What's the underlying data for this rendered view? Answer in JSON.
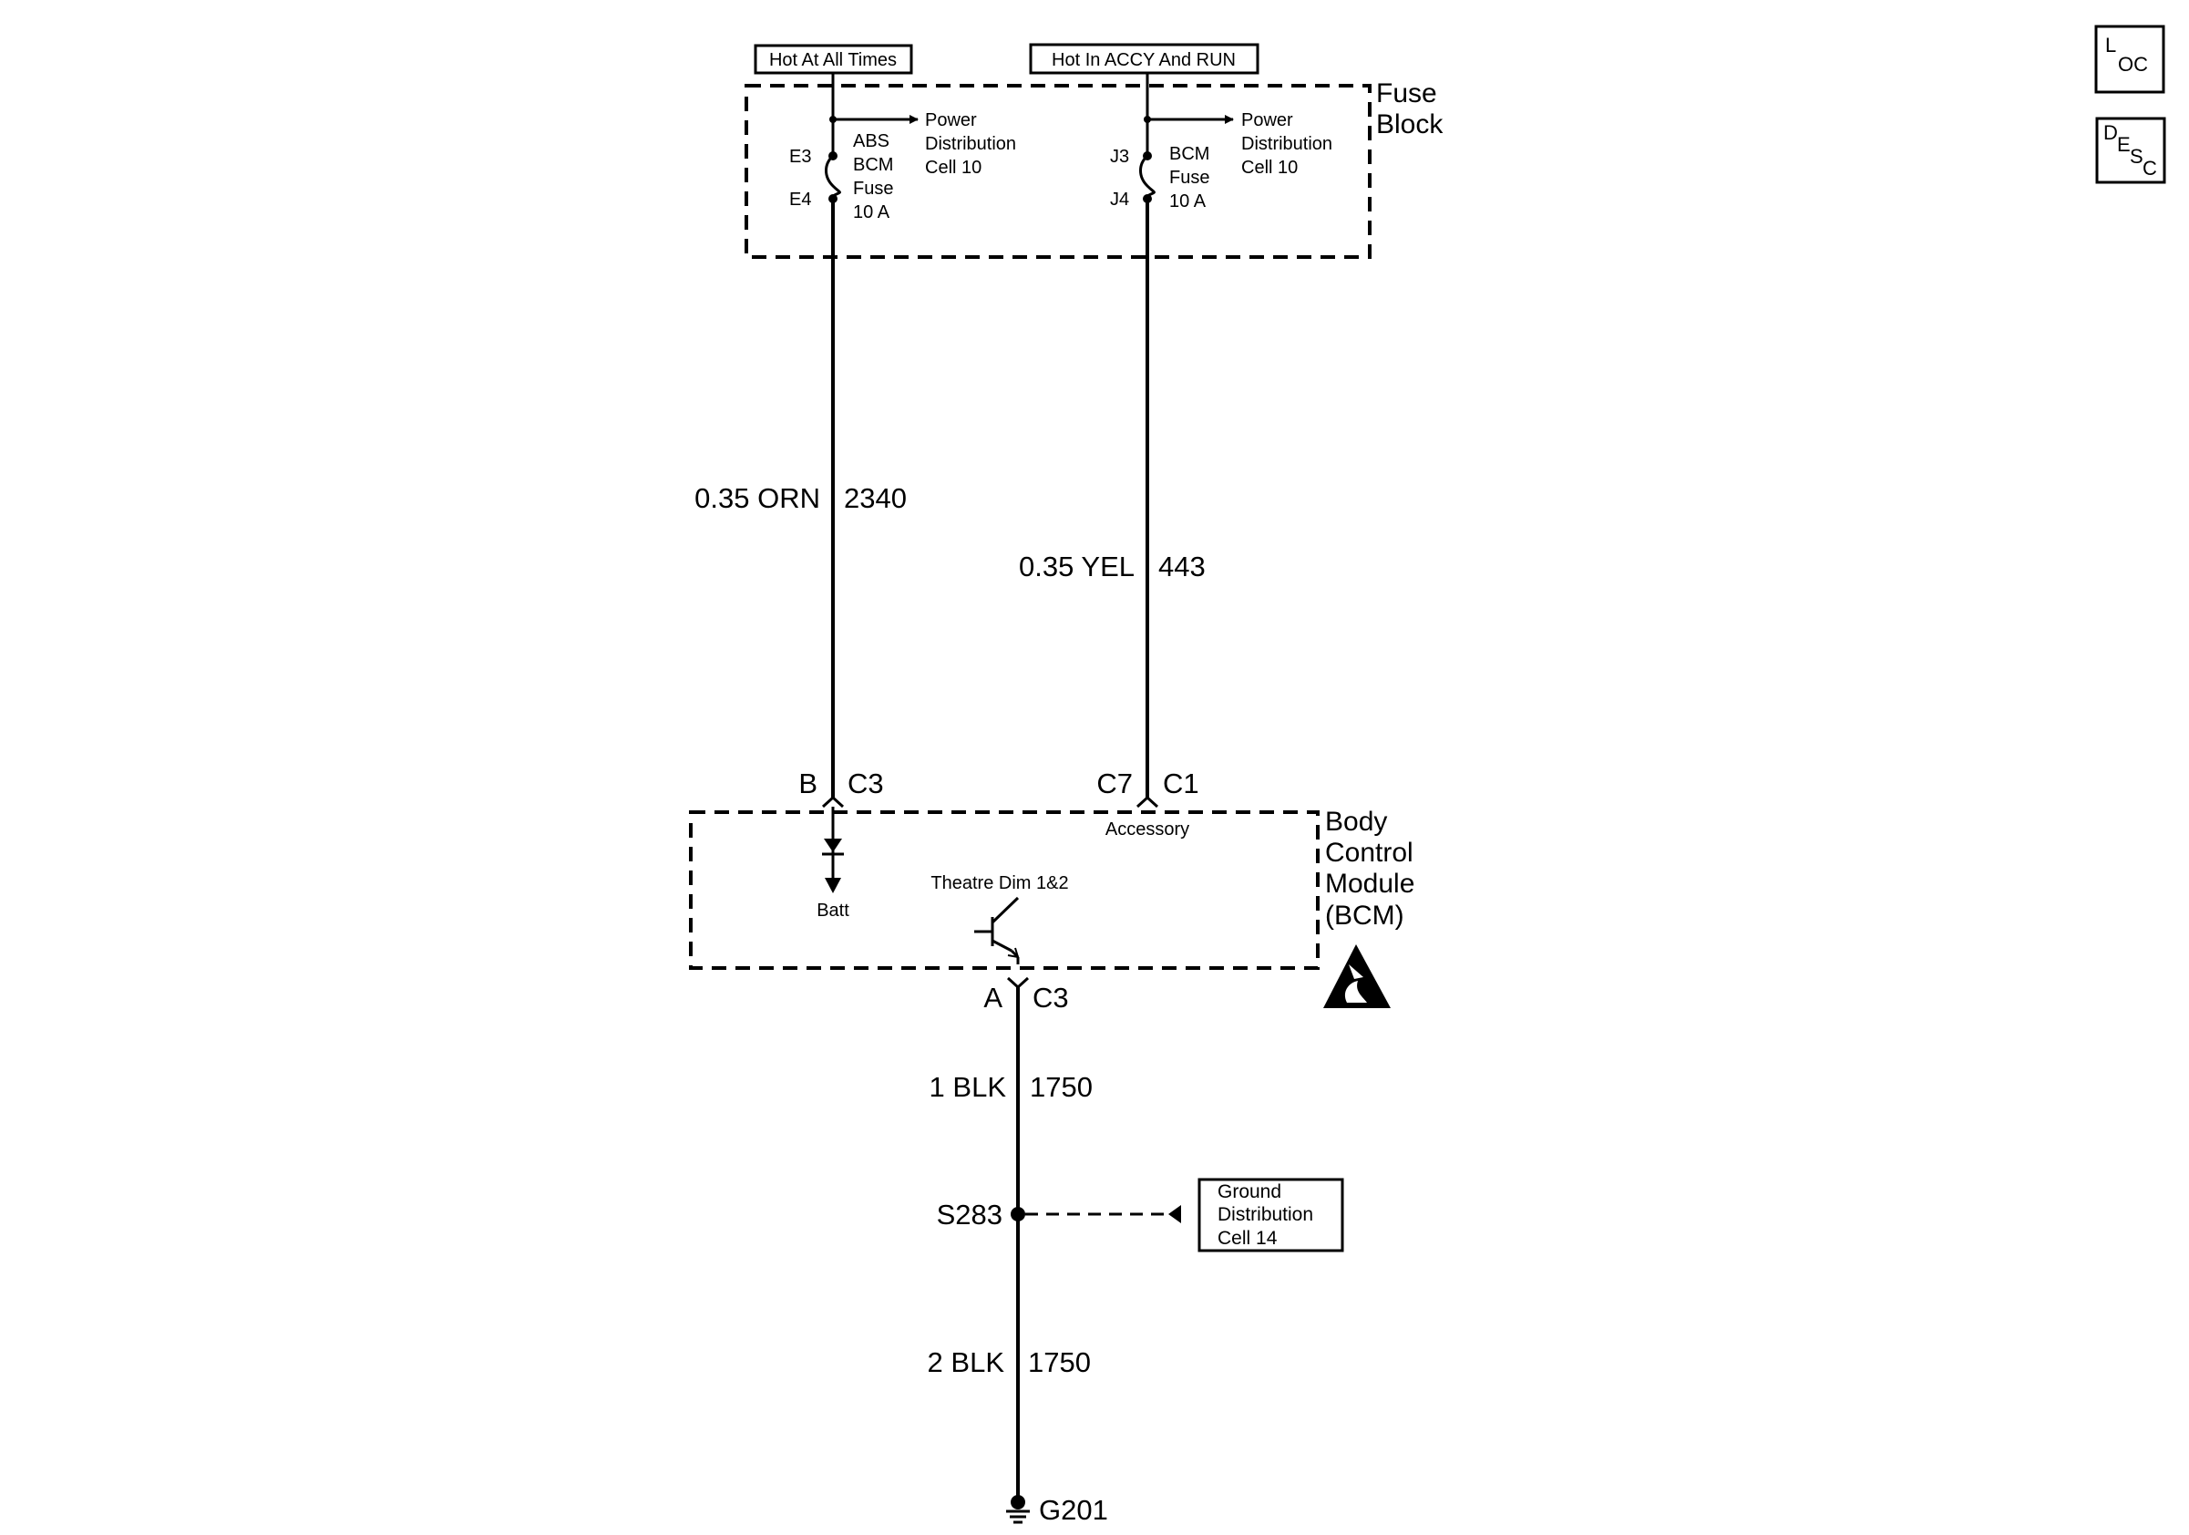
{
  "power_sources": {
    "left": "Hot At All Times",
    "right": "Hot In ACCY And RUN"
  },
  "fuse_block": {
    "title_line1": "Fuse",
    "title_line2": "Block",
    "left_fuse": {
      "terminal_top": "E3",
      "terminal_bottom": "E4",
      "name_lines": [
        "ABS",
        "BCM",
        "Fuse",
        "10 A"
      ],
      "link_lines": [
        "Power",
        "Distribution",
        "Cell 10"
      ]
    },
    "right_fuse": {
      "terminal_top": "J3",
      "terminal_bottom": "J4",
      "name_lines": [
        "BCM",
        "Fuse",
        "10 A"
      ],
      "link_lines": [
        "Power",
        "Distribution",
        "Cell 10"
      ]
    }
  },
  "wires": {
    "left": {
      "spec": "0.35 ORN",
      "circuit": "2340"
    },
    "right": {
      "spec": "0.35 YEL",
      "circuit": "443"
    },
    "bottom1": {
      "spec": "1 BLK",
      "circuit": "1750"
    },
    "bottom2": {
      "spec": "2 BLK",
      "circuit": "1750"
    }
  },
  "connectors": {
    "left": {
      "pin": "B",
      "connector": "C3"
    },
    "right": {
      "pin": "C7",
      "connector": "C1"
    },
    "bottom": {
      "pin": "A",
      "connector": "C3"
    }
  },
  "bcm": {
    "title_lines": [
      "Body",
      "Control",
      "Module",
      "(BCM)"
    ],
    "accessory_label": "Accessory",
    "batt_label": "Batt",
    "theatre_label": "Theatre Dim 1&2"
  },
  "splice": {
    "name": "S283"
  },
  "ground_ref": {
    "lines": [
      "Ground",
      "Distribution",
      "Cell 14"
    ]
  },
  "ground": {
    "name": "G201"
  },
  "side_icons": {
    "loc": {
      "big": "L",
      "small": "OC"
    },
    "desc": {
      "big": "D",
      "small1": "E",
      "small2": "S",
      "small3": "C"
    }
  },
  "colors": {
    "ink": "#000000",
    "background": "#ffffff"
  }
}
